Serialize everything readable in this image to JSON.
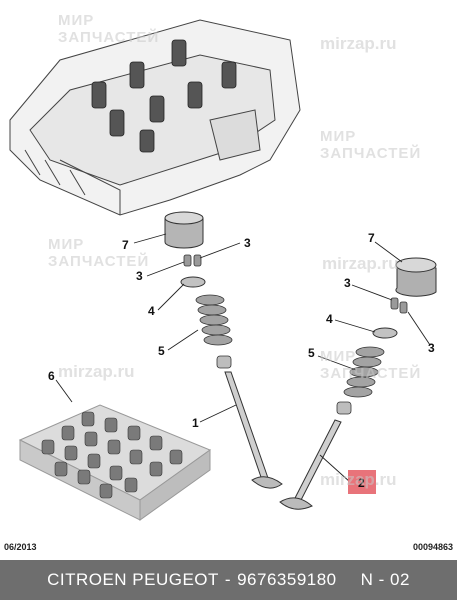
{
  "callouts": {
    "n7a": "7",
    "n3a": "3",
    "n3b": "3",
    "n4a": "4",
    "n5a": "5",
    "n1": "1",
    "n6": "6",
    "n7b": "7",
    "n3c": "3",
    "n3d": "3",
    "n4b": "4",
    "n5b": "5",
    "n2": "2"
  },
  "footer": {
    "brand": "CITROEN PEUGEOT",
    "separator": "-",
    "part_number": "9676359180",
    "position": "N - 02"
  },
  "date_code": "06/2013",
  "ref_code": "00094863",
  "watermark": {
    "line1": "МИР",
    "line2": "ЗАПЧАСТЕЙ",
    "url": "mirzap.ru"
  },
  "colors": {
    "highlight": "#e8737a",
    "footer_bg": "#6e6e6e"
  }
}
